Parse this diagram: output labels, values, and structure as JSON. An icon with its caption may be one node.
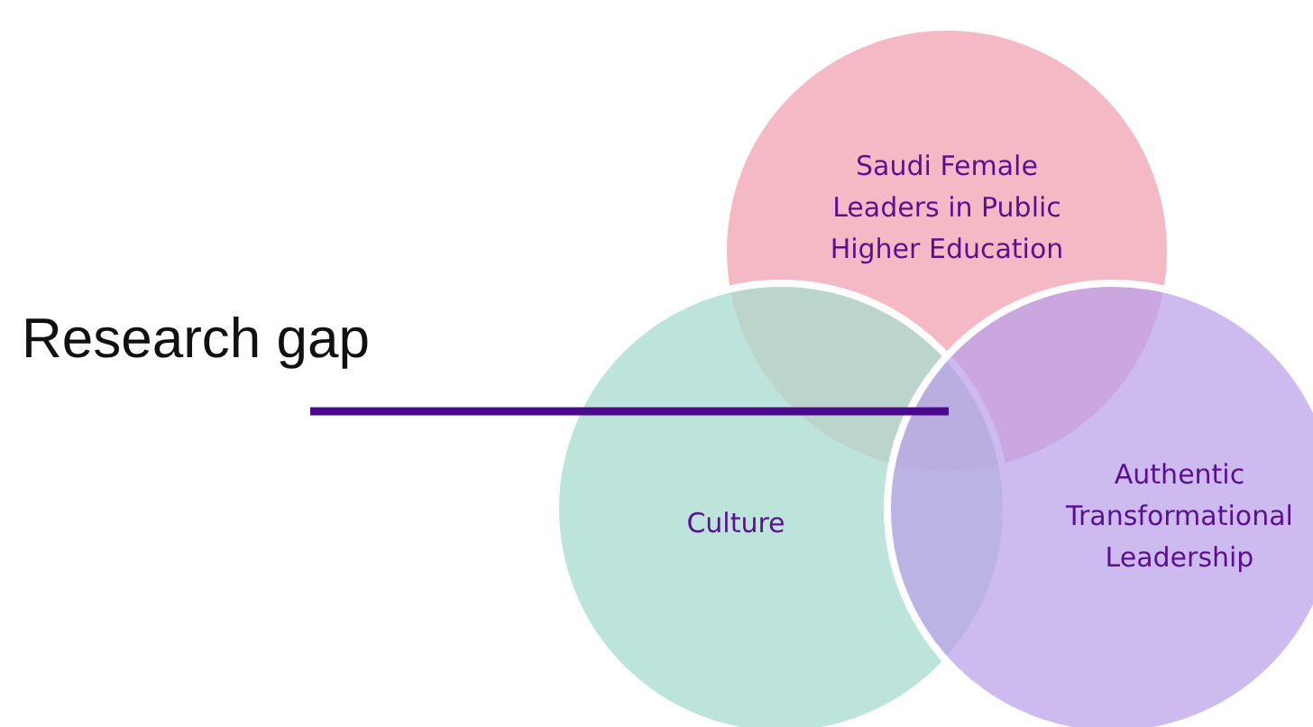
{
  "diagram": {
    "nodes": [
      {
        "text": [
          "Research gap"
        ]
      },
      {
        "text": [
          "Saudi Female Leaders in Public Higher Education"
        ]
      },
      {
        "text": [
          "Culture"
        ]
      },
      {
        "text": [
          "Authentic Transformational Leadership"
        ]
      }
    ],
    "edges": [
      {
        "from": 0,
        "to": 1,
        "arrow": "none"
      }
    ]
  }
}
